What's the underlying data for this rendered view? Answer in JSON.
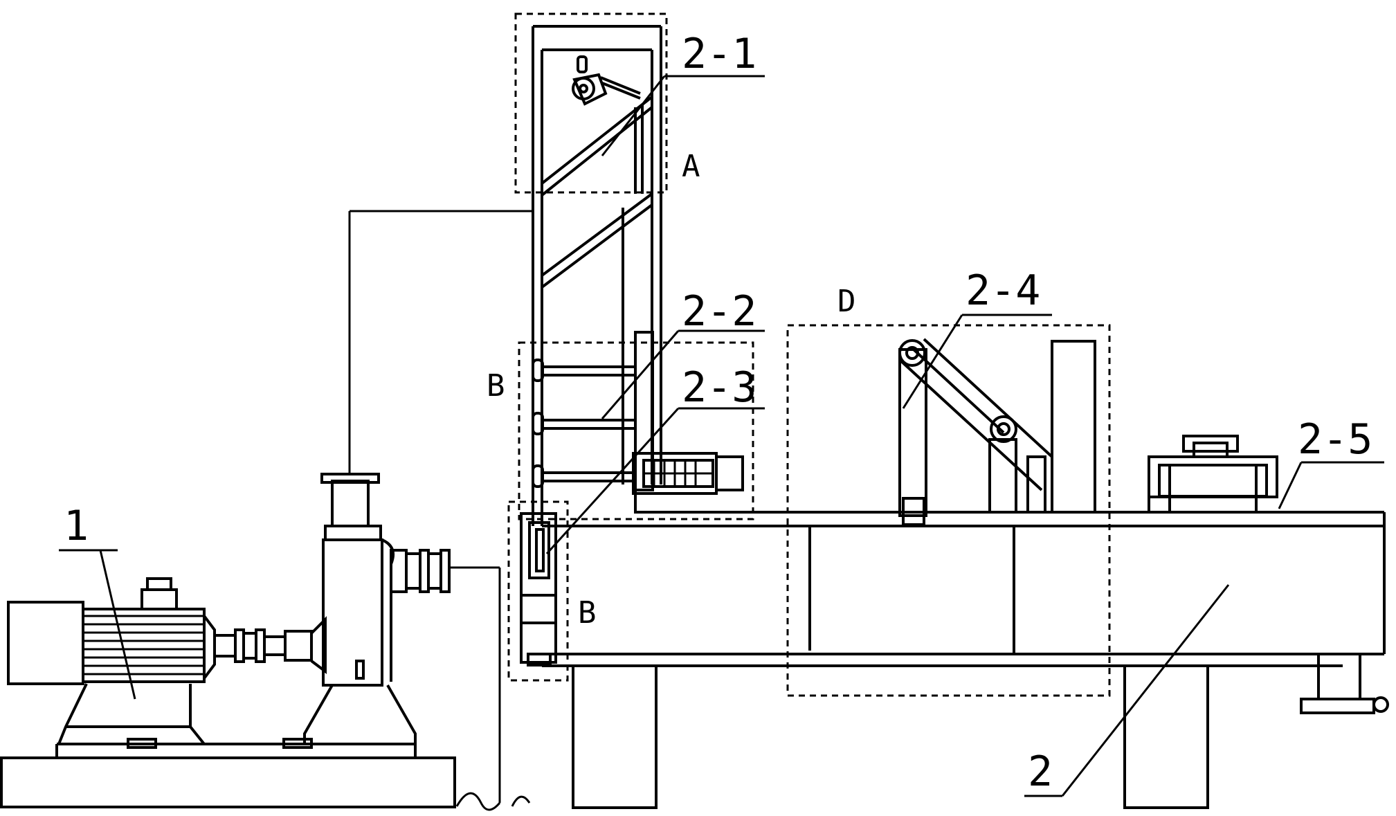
{
  "labels": {
    "l1": "1",
    "l2": "2",
    "l2_1": "2-1",
    "l2_2": "2-2",
    "l2_3": "2-3",
    "l2_4": "2-4",
    "l2_5": "2-5",
    "lA": "A",
    "lB_upper": "B",
    "lB_lower": "B",
    "lD": "D"
  },
  "colors": {
    "line": "#000000",
    "background": "#ffffff"
  }
}
